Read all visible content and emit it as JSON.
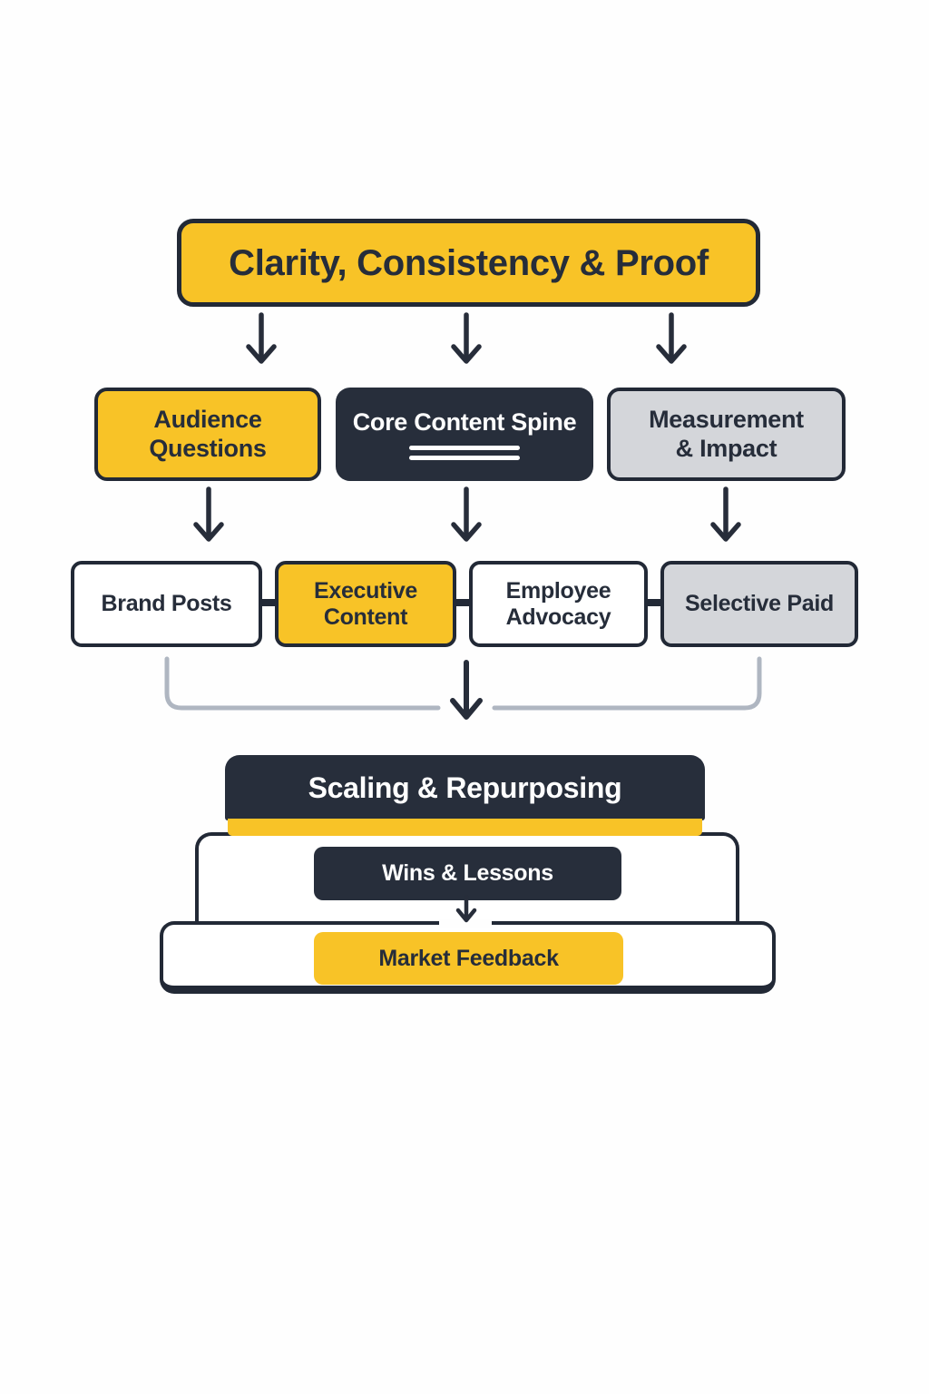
{
  "title": "Content strategy flowchart",
  "colors": {
    "yellow": "#F8C327",
    "dark_navy": "#272E3B",
    "border_dark": "#222936",
    "gray_fill": "#D4D6DA",
    "bracket_gray": "#AFB6C1",
    "text_dark": "#262D3A",
    "text_light": "#FFFFFF",
    "background": "#FEFEFE"
  },
  "nodes": {
    "top": {
      "label": "Clarity, Consistency & Proof"
    },
    "row2": [
      {
        "label": "Audience\nQuestions"
      },
      {
        "label": "Core Content Spine"
      },
      {
        "label": "Measurement\n& Impact"
      }
    ],
    "row3": [
      {
        "label": "Brand Posts"
      },
      {
        "label": "Executive\nContent"
      },
      {
        "label": "Employee\nAdvocacy"
      },
      {
        "label": "Selective Paid"
      }
    ],
    "scaling": {
      "label": "Scaling & Repurposing"
    },
    "wins": {
      "label": "Wins & Lessons"
    },
    "market": {
      "label": "Market Feedback"
    }
  }
}
